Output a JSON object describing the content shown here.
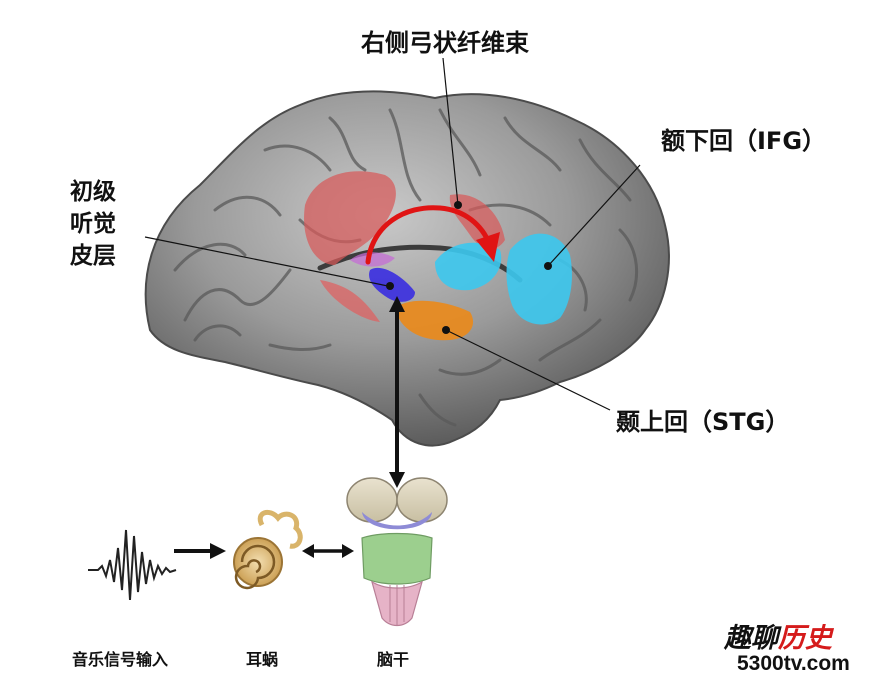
{
  "labels": {
    "arcuate": "右侧弓状纤维束",
    "ifg": "额下回（IFG）",
    "a1": [
      "初级",
      "听觉",
      "皮层"
    ],
    "stg": "颞上回（STG）"
  },
  "bottom": {
    "music_input": "音乐信号输入",
    "cochlea": "耳蜗",
    "brainstem": "脑干"
  },
  "watermark": {
    "part1": "趣聊",
    "part2": "历史",
    "site": "5300tv.com"
  },
  "colors": {
    "arcuate": "#e23a3a",
    "ifg": "#3cc8ee",
    "stg": "#e98a1c",
    "a1": "#3a2ee0",
    "brain": "#8e8e8e"
  }
}
